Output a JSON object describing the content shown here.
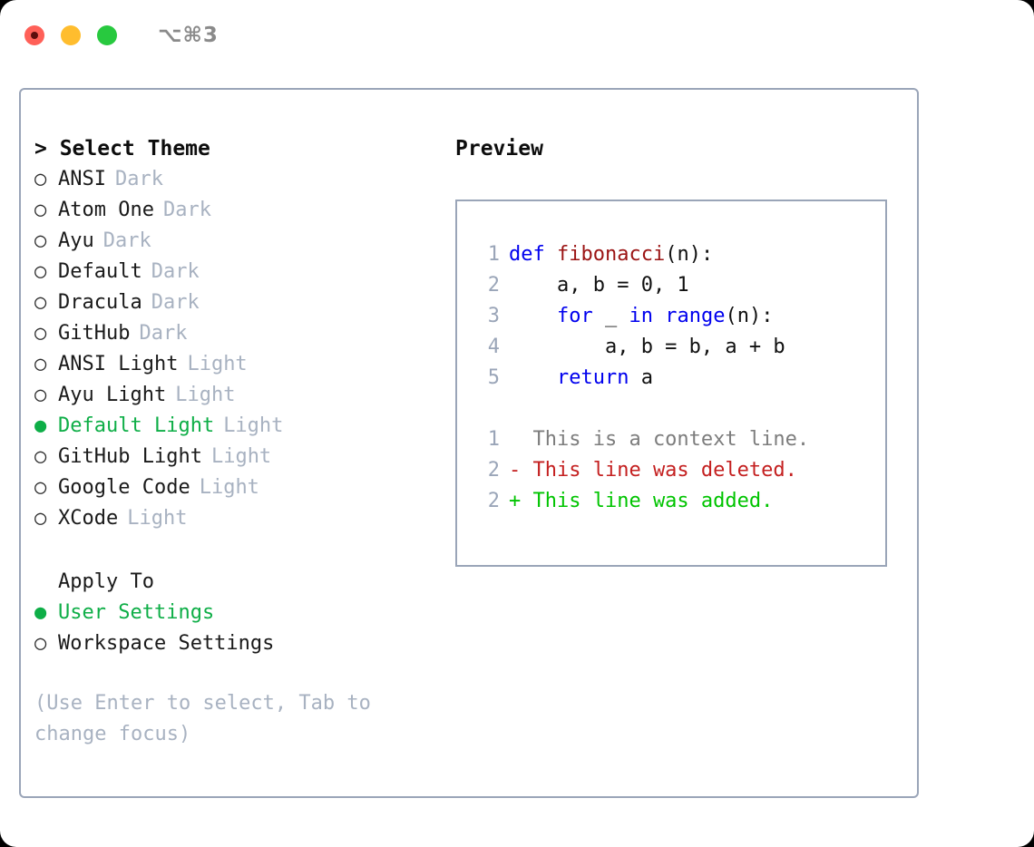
{
  "titlebar": {
    "shortcut": "⌥⌘3",
    "lights": [
      {
        "name": "close",
        "color": "#ff6058"
      },
      {
        "name": "minimize",
        "color": "#ffbd2e"
      },
      {
        "name": "maximize",
        "color": "#28c93f"
      }
    ]
  },
  "theme_panel": {
    "heading": "> Select Theme",
    "options": [
      {
        "bullet": "○",
        "label": "ANSI",
        "tag": "Dark",
        "selected": false
      },
      {
        "bullet": "○",
        "label": "Atom One",
        "tag": "Dark",
        "selected": false
      },
      {
        "bullet": "○",
        "label": "Ayu",
        "tag": "Dark",
        "selected": false
      },
      {
        "bullet": "○",
        "label": "Default",
        "tag": "Dark",
        "selected": false
      },
      {
        "bullet": "○",
        "label": "Dracula",
        "tag": "Dark",
        "selected": false
      },
      {
        "bullet": "○",
        "label": "GitHub",
        "tag": "Dark",
        "selected": false
      },
      {
        "bullet": "○",
        "label": "ANSI Light",
        "tag": "Light",
        "selected": false
      },
      {
        "bullet": "○",
        "label": "Ayu Light",
        "tag": "Light",
        "selected": false
      },
      {
        "bullet": "●",
        "label": "Default Light",
        "tag": "Light",
        "selected": true
      },
      {
        "bullet": "○",
        "label": "GitHub Light",
        "tag": "Light",
        "selected": false
      },
      {
        "bullet": "○",
        "label": "Google Code",
        "tag": "Light",
        "selected": false
      },
      {
        "bullet": "○",
        "label": "XCode",
        "tag": "Light",
        "selected": false
      }
    ],
    "apply_to": {
      "heading": "Apply To",
      "options": [
        {
          "bullet": "●",
          "label": "User Settings",
          "selected": true
        },
        {
          "bullet": "○",
          "label": "Workspace Settings",
          "selected": false
        }
      ]
    },
    "hint": "(Use Enter to select, Tab to change focus)"
  },
  "preview": {
    "title": "Preview",
    "code_lines": [
      {
        "no": "1",
        "tokens": [
          {
            "t": "def ",
            "c": "kw"
          },
          {
            "t": "fibonacci",
            "c": "fn"
          },
          {
            "t": "(n):",
            "c": "plain"
          }
        ]
      },
      {
        "no": "2",
        "tokens": [
          {
            "t": "    a, b = 0, 1",
            "c": "plain"
          }
        ]
      },
      {
        "no": "3",
        "tokens": [
          {
            "t": "    ",
            "c": "plain"
          },
          {
            "t": "for",
            "c": "kw"
          },
          {
            "t": " _ ",
            "c": "plain"
          },
          {
            "t": "in",
            "c": "kw"
          },
          {
            "t": " ",
            "c": "plain"
          },
          {
            "t": "range",
            "c": "kw"
          },
          {
            "t": "(n):",
            "c": "plain"
          }
        ]
      },
      {
        "no": "4",
        "tokens": [
          {
            "t": "        a, b = b, a + b",
            "c": "plain"
          }
        ]
      },
      {
        "no": "5",
        "tokens": [
          {
            "t": "    ",
            "c": "plain"
          },
          {
            "t": "return",
            "c": "kw"
          },
          {
            "t": " a",
            "c": "plain"
          }
        ]
      }
    ],
    "diff_lines": [
      {
        "no": "1",
        "marker": " ",
        "text": "  This is a context line.",
        "kind": "ctx"
      },
      {
        "no": "2",
        "marker": "-",
        "text": "- This line was deleted.",
        "kind": "del"
      },
      {
        "no": "2",
        "marker": "+",
        "text": "+ This line was added.",
        "kind": "add"
      }
    ]
  },
  "colors": {
    "accent_green": "#0eae47",
    "border": "#9aa5b8",
    "muted": "#a8b2c1",
    "keyword": "#0000ee",
    "function": "#9b1414",
    "diff_delete": "#c42020",
    "diff_add": "#00c400",
    "diff_context": "#7d7d7d"
  }
}
